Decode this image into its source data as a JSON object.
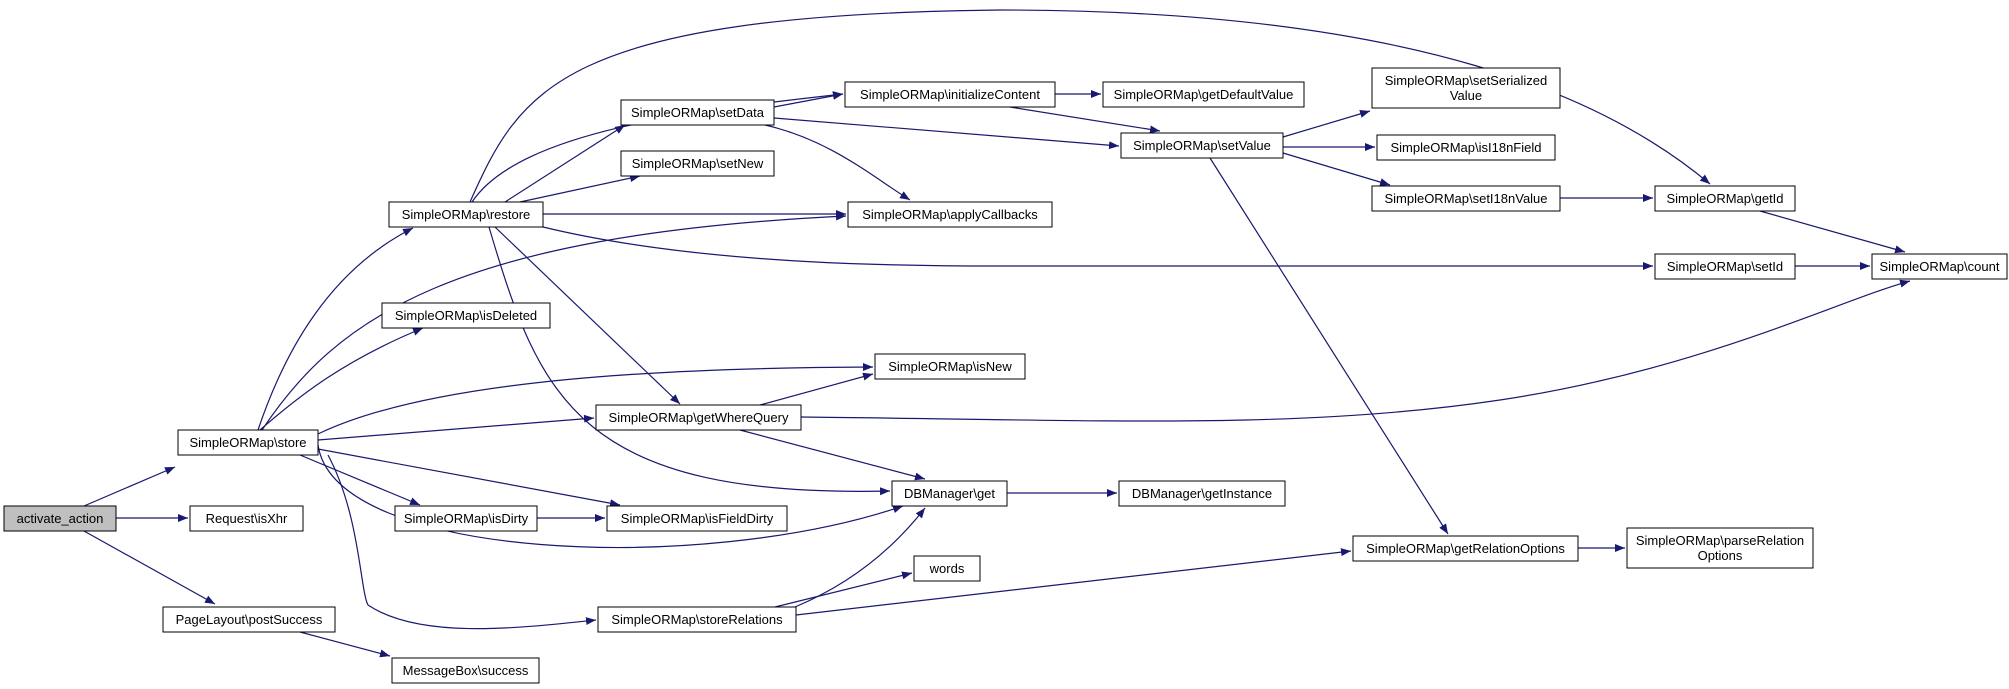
{
  "colors": {
    "edge": "#191970",
    "node_border": "#000000",
    "node_fill": "#ffffff",
    "root_fill": "#bfbfbf"
  },
  "nodes": [
    {
      "id": "activate_action",
      "lines": [
        "activate_action"
      ],
      "root": true
    },
    {
      "id": "store",
      "lines": [
        "SimpleORMap\\store"
      ]
    },
    {
      "id": "isXhr",
      "lines": [
        "Request\\isXhr"
      ]
    },
    {
      "id": "postSuccess",
      "lines": [
        "PageLayout\\postSuccess"
      ]
    },
    {
      "id": "success",
      "lines": [
        "MessageBox\\success"
      ]
    },
    {
      "id": "restore",
      "lines": [
        "SimpleORMap\\restore"
      ]
    },
    {
      "id": "isDeleted",
      "lines": [
        "SimpleORMap\\isDeleted"
      ]
    },
    {
      "id": "isDirty",
      "lines": [
        "SimpleORMap\\isDirty"
      ]
    },
    {
      "id": "storeRelations",
      "lines": [
        "SimpleORMap\\storeRelations"
      ]
    },
    {
      "id": "setData",
      "lines": [
        "SimpleORMap\\setData"
      ]
    },
    {
      "id": "setNew",
      "lines": [
        "SimpleORMap\\setNew"
      ]
    },
    {
      "id": "getWhereQuery",
      "lines": [
        "SimpleORMap\\getWhereQuery"
      ]
    },
    {
      "id": "isFieldDirty",
      "lines": [
        "SimpleORMap\\isFieldDirty"
      ]
    },
    {
      "id": "initializeContent",
      "lines": [
        "SimpleORMap\\initializeContent"
      ]
    },
    {
      "id": "applyCallbacks",
      "lines": [
        "SimpleORMap\\applyCallbacks"
      ]
    },
    {
      "id": "isNew",
      "lines": [
        "SimpleORMap\\isNew"
      ]
    },
    {
      "id": "dbget",
      "lines": [
        "DBManager\\get"
      ]
    },
    {
      "id": "words",
      "lines": [
        "words"
      ]
    },
    {
      "id": "getDefaultValue",
      "lines": [
        "SimpleORMap\\getDefaultValue"
      ]
    },
    {
      "id": "setValue",
      "lines": [
        "SimpleORMap\\setValue"
      ]
    },
    {
      "id": "getInstance",
      "lines": [
        "DBManager\\getInstance"
      ]
    },
    {
      "id": "setSerializedValue",
      "lines": [
        "SimpleORMap\\setSerialized",
        "Value"
      ]
    },
    {
      "id": "isI18nField",
      "lines": [
        "SimpleORMap\\isI18nField"
      ]
    },
    {
      "id": "setI18nValue",
      "lines": [
        "SimpleORMap\\setI18nValue"
      ]
    },
    {
      "id": "getRelationOptions",
      "lines": [
        "SimpleORMap\\getRelationOptions"
      ]
    },
    {
      "id": "getId",
      "lines": [
        "SimpleORMap\\getId"
      ]
    },
    {
      "id": "setId",
      "lines": [
        "SimpleORMap\\setId"
      ]
    },
    {
      "id": "parseRelationOptions",
      "lines": [
        "SimpleORMap\\parseRelation",
        "Options"
      ]
    },
    {
      "id": "count",
      "lines": [
        "SimpleORMap\\count"
      ]
    }
  ],
  "edges": [
    [
      "activate_action",
      "store"
    ],
    [
      "activate_action",
      "isXhr"
    ],
    [
      "activate_action",
      "postSuccess"
    ],
    [
      "postSuccess",
      "success"
    ],
    [
      "store",
      "restore"
    ],
    [
      "store",
      "applyCallbacks"
    ],
    [
      "store",
      "isDeleted"
    ],
    [
      "store",
      "isNew"
    ],
    [
      "store",
      "getWhereQuery"
    ],
    [
      "store",
      "isDirty"
    ],
    [
      "store",
      "isFieldDirty"
    ],
    [
      "store",
      "dbget"
    ],
    [
      "store",
      "storeRelations"
    ],
    [
      "restore",
      "initializeContent"
    ],
    [
      "restore",
      "getId"
    ],
    [
      "restore",
      "setData"
    ],
    [
      "restore",
      "setNew"
    ],
    [
      "restore",
      "applyCallbacks"
    ],
    [
      "restore",
      "setId"
    ],
    [
      "restore",
      "getWhereQuery"
    ],
    [
      "restore",
      "dbget"
    ],
    [
      "setData",
      "initializeContent"
    ],
    [
      "setData",
      "setValue"
    ],
    [
      "setData",
      "applyCallbacks"
    ],
    [
      "initializeContent",
      "getDefaultValue"
    ],
    [
      "initializeContent",
      "setValue"
    ],
    [
      "setValue",
      "setSerializedValue"
    ],
    [
      "setValue",
      "isI18nField"
    ],
    [
      "setValue",
      "setI18nValue"
    ],
    [
      "setValue",
      "getRelationOptions"
    ],
    [
      "setI18nValue",
      "getId"
    ],
    [
      "getId",
      "count"
    ],
    [
      "setId",
      "count"
    ],
    [
      "getWhereQuery",
      "isNew"
    ],
    [
      "getWhereQuery",
      "count"
    ],
    [
      "getWhereQuery",
      "dbget"
    ],
    [
      "isDirty",
      "isFieldDirty"
    ],
    [
      "dbget",
      "getInstance"
    ],
    [
      "storeRelations",
      "dbget"
    ],
    [
      "storeRelations",
      "words"
    ],
    [
      "storeRelations",
      "getRelationOptions"
    ],
    [
      "getRelationOptions",
      "parseRelationOptions"
    ]
  ]
}
